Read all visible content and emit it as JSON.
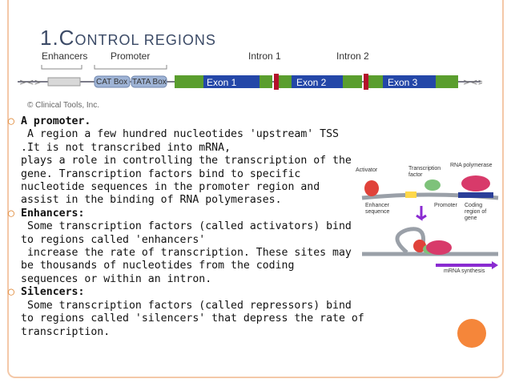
{
  "slide": {
    "title_first": "1.C",
    "title_rest": "ONTROL REGIONS"
  },
  "gene_diagram": {
    "labels": {
      "enhancers": "Enhancers",
      "promoter": "Promoter",
      "intron1": "Intron 1",
      "intron2": "Intron 2"
    },
    "boxes": {
      "cat": "CAT Box",
      "tata": "TATA Box",
      "exon1": "Exon 1",
      "exon2": "Exon 2",
      "exon3": "Exon 3"
    },
    "copyright": "© Clinical Tools, Inc."
  },
  "items": [
    {
      "heading": "A promoter.",
      "lines": [
        " A region a few hundred nucleotides 'upstream' TSS",
        ".It is not transcribed into mRNA,",
        "plays a role in controlling the transcription of the",
        "gene. Transcription factors bind to specific",
        "nucleotide sequences in the promoter region and",
        "assist in the binding of RNA polymerases."
      ]
    },
    {
      "heading": "Enhancers:",
      "lines": [
        " Some transcription factors (called activators) bind",
        "to regions called 'enhancers'",
        " increase the rate of transcription. These sites may",
        "be thousands of nucleotides from the coding",
        "sequences or within an intron."
      ]
    },
    {
      "heading": "Silencers:",
      "lines": [
        " Some transcription factors (called repressors) bind",
        "to regions called 'silencers' that depress the rate of",
        "transcription."
      ]
    }
  ],
  "illustration": {
    "labels": {
      "activator": "Activator",
      "tf": "Transcription factor",
      "rnapol": "RNA polymerase",
      "enhancer_seq": "Enhancer sequence",
      "promoter": "Promoter",
      "coding": "Coding region of gene",
      "mrna": "mRNA synthesis"
    }
  }
}
